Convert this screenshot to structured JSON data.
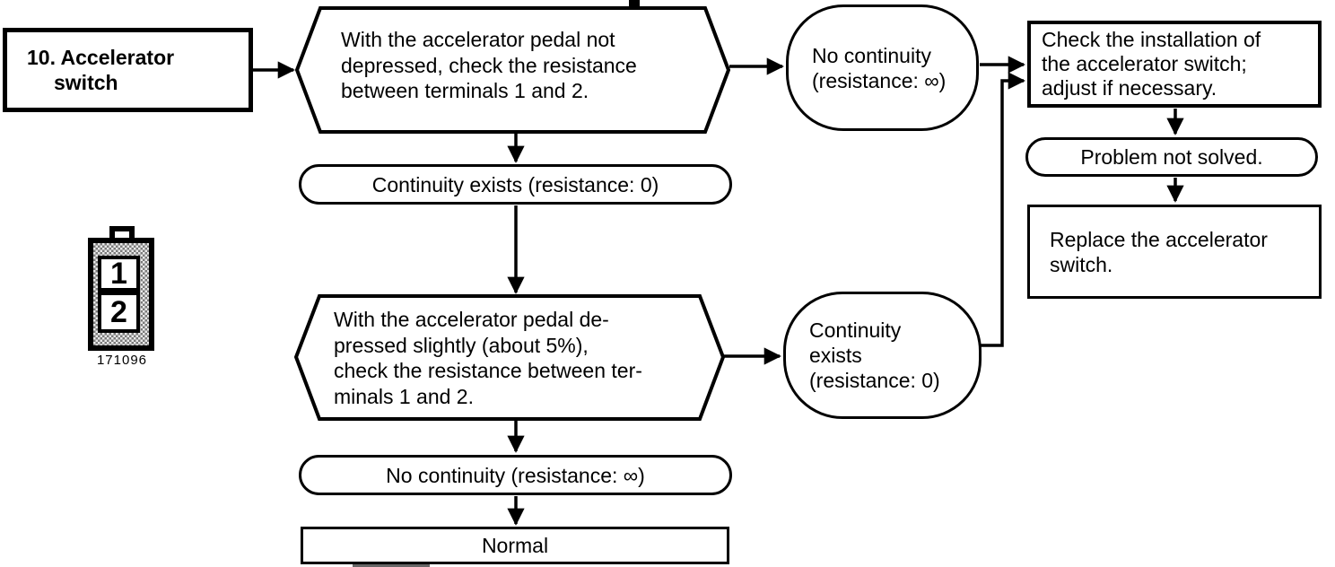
{
  "flowchart": {
    "step_box": {
      "line1": "10. Accelerator",
      "line2": "switch"
    },
    "test1": {
      "text": "With the accelerator pedal not\ndepressed, check the resistance\nbetween terminals 1 and 2."
    },
    "result1_no_continuity": {
      "text": "No continuity\n(resistance: ∞)"
    },
    "result1_continuity": {
      "text": "Continuity exists (resistance: 0)"
    },
    "test2": {
      "text": "With the accelerator pedal de-\npressed slightly (about 5%),\ncheck the resistance between ter-\nminals 1 and 2."
    },
    "result2_continuity": {
      "text": "Continuity\nexists\n(resistance: 0)"
    },
    "result2_no_continuity": {
      "text": "No continuity (resistance: ∞)"
    },
    "normal_box": {
      "text": "Normal"
    },
    "action_check": {
      "text": "Check the installation of\nthe accelerator switch;\nadjust if necessary."
    },
    "problem_not_solved": {
      "text": "Problem not solved."
    },
    "action_replace": {
      "text": "Replace the accelerator\nswitch."
    }
  },
  "connector": {
    "terminal1": "1",
    "terminal2": "2",
    "figure_number": "171096"
  },
  "colors": {
    "ink": "#000000",
    "paper": "#ffffff",
    "connector_fill": "#7a7a7a"
  }
}
